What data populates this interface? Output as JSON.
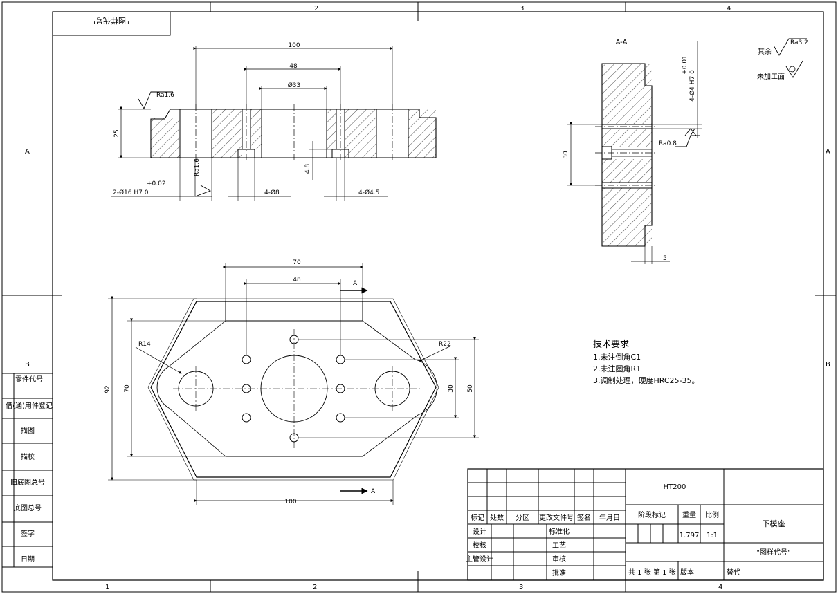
{
  "frame": {
    "top_zones": [
      "2",
      "3",
      "4"
    ],
    "bottom_zones": [
      "1",
      "2",
      "3",
      "4"
    ],
    "left_zones": [
      "A",
      "B"
    ],
    "right_zones": [
      "A",
      "B"
    ],
    "title_stamp": "\"图样代号\""
  },
  "side_table": {
    "rows": [
      "零件代号",
      "借(通)用件登记",
      "描图",
      "描校",
      "旧底图总号",
      "底图总号",
      "签字",
      "日期"
    ]
  },
  "front_view": {
    "dim_100": "100",
    "dim_48": "48",
    "dim_phi33": "Ø33",
    "dim_25": "25",
    "roughness_top": "Ra1.6",
    "roughness_hole": "Ra1.6",
    "tol_plus": "+0.02",
    "hole_16": "2-Ø16 H7 0",
    "hole_8": "4-Ø8",
    "hole_45": "4-Ø4.5",
    "dim_4": "4.8"
  },
  "section_view": {
    "label": "A-A",
    "tol_plus": "+0.01",
    "hole_4": "4-Ø4 H7 0",
    "roughness": "Ra0.8",
    "dim_30": "30",
    "dim_5": "5"
  },
  "surface_notes": {
    "rest_label": "其余",
    "rest_ra": "Ra3.2",
    "unmachined": "未加工面"
  },
  "plan_view": {
    "dim_70_top": "70",
    "dim_48": "48",
    "dim_92": "92",
    "dim_70_side": "70",
    "dim_30": "30",
    "dim_50": "50",
    "dim_100_bottom": "100",
    "r14": "R14",
    "r22": "R22",
    "section_mark": "A"
  },
  "tech_requirements": {
    "title": "技术要求",
    "items": [
      "1.未注倒角C1",
      "2.未注圆角R1",
      "3.调制处理，硬度HRC25-35。"
    ]
  },
  "title_block": {
    "material": "HT200",
    "header_mark": "标记",
    "header_count": "处数",
    "header_zone": "分区",
    "header_doc": "更改文件号",
    "header_sign": "签名",
    "header_date": "年月日",
    "design": "设计",
    "standard": "标准化",
    "check": "校核",
    "process": "工艺",
    "chief": "主管设计",
    "review": "审核",
    "approve": "批准",
    "stage_label": "阶段标记",
    "weight_label": "重量",
    "scale_label": "比例",
    "weight": "1.797",
    "scale": "1:1",
    "part_name": "下模座",
    "drawing_no": "\"图样代号\"",
    "sheets": "共 1 张  第 1 张",
    "version": "版本",
    "replace": "替代"
  }
}
